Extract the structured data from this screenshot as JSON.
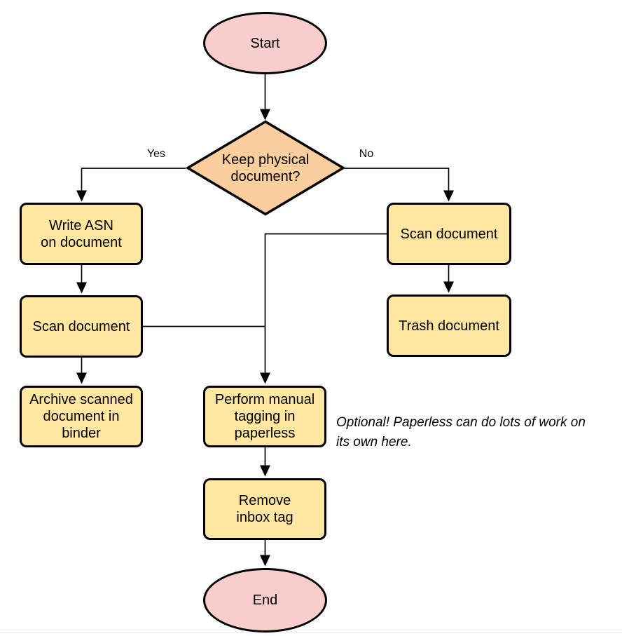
{
  "diagram": {
    "colors": {
      "terminal_fill": "#f8cecc",
      "decision_fill": "#fbce9e",
      "process_fill": "#ffe6a1",
      "stroke": "#000000"
    },
    "nodes": {
      "start": {
        "label": "Start",
        "type": "terminal"
      },
      "decision": {
        "label": "Keep physical\ndocument?",
        "type": "decision"
      },
      "write_asn": {
        "label": "Write ASN\non document",
        "type": "process"
      },
      "scan_left": {
        "label": "Scan document",
        "type": "process"
      },
      "archive": {
        "label": "Archive scanned\ndocument in\nbinder",
        "type": "process"
      },
      "scan_right": {
        "label": "Scan document",
        "type": "process"
      },
      "trash": {
        "label": "Trash document",
        "type": "process"
      },
      "tagging": {
        "label": "Perform manual\ntagging in\npaperless",
        "type": "process"
      },
      "remove_inbox": {
        "label": "Remove\ninbox tag",
        "type": "process"
      },
      "end": {
        "label": "End",
        "type": "terminal"
      }
    },
    "edge_labels": {
      "yes": "Yes",
      "no": "No"
    },
    "annotation": "Optional! Paperless can do lots of work on\nits own here."
  }
}
